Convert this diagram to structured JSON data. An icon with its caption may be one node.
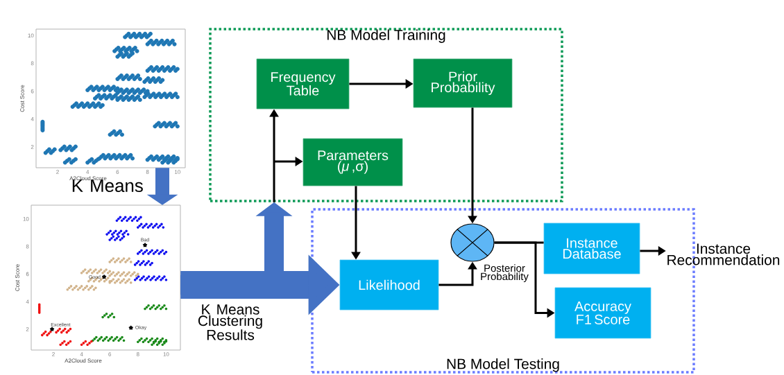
{
  "diagram": {
    "nodes": [
      {
        "text": [
          "NB Model Training"
        ]
      },
      {
        "text": [
          "Frequency Table"
        ],
        "in": 0
      },
      {
        "text": [
          "Prior Probability"
        ],
        "in": 0
      },
      {
        "text": [
          "Parameters (*μ* ,σ)"
        ],
        "in": 0
      },
      {
        "text": [
          "NB Model Testing"
        ]
      },
      {
        "text": [
          "Likelihood"
        ],
        "in": 4
      },
      {
        "text": [],
        "shape": "circle",
        "in": 4,
        "beside": [
          "Posterior Probability"
        ]
      },
      {
        "text": [
          "Instance Database"
        ],
        "in": 4
      },
      {
        "text": [
          "Accuracy F1 Score"
        ],
        "in": 4
      },
      {
        "text": [
          "Instance Recommendation"
        ]
      },
      {
        "text": [],
        "shape": "picture"
      },
      {
        "text": [],
        "shape": "picture"
      }
    ],
    "edges": [
      {
        "from": 10,
        "to": 11,
        "arrow": "to",
        "label": "K Means",
        "style": "thick",
        "color": "#4472c4"
      },
      {
        "from": 11,
        "to": 5,
        "arrow": "to",
        "label": "K Means Clustering Results",
        "style": "thick",
        "color": "#4472c4"
      },
      {
        "from": 11,
        "to": 0,
        "arrow": "to",
        "style": "thick",
        "color": "#4472c4"
      },
      {
        "from": null,
        "to": 1,
        "arrow": "to"
      },
      {
        "from": null,
        "to": 3,
        "arrow": "to"
      },
      {
        "from": 1,
        "to": 2,
        "arrow": "to"
      },
      {
        "from": 2,
        "to": 6,
        "arrow": "to"
      },
      {
        "from": 3,
        "to": 5,
        "arrow": "to"
      },
      {
        "from": 5,
        "to": 6,
        "arrow": "to"
      },
      {
        "from": 6,
        "to": 7,
        "arrow": "none"
      },
      {
        "from": 6,
        "to": 8,
        "arrow": "to"
      },
      {
        "from": 7,
        "to": 9,
        "arrow": "to"
      }
    ],
    "labels": [
      "10",
      "8",
      "6",
      "4",
      "2",
      "Cost Score",
      "2",
      "4",
      "6",
      "8",
      "10",
      "A2Cloud Score",
      "10",
      "8",
      "6",
      "4",
      "2",
      "Cost Score",
      "2",
      "4",
      "6",
      "8",
      "10",
      "A2Cloud Score",
      "Bad",
      "Good",
      "Excellent",
      "Okay"
    ]
  }
}
